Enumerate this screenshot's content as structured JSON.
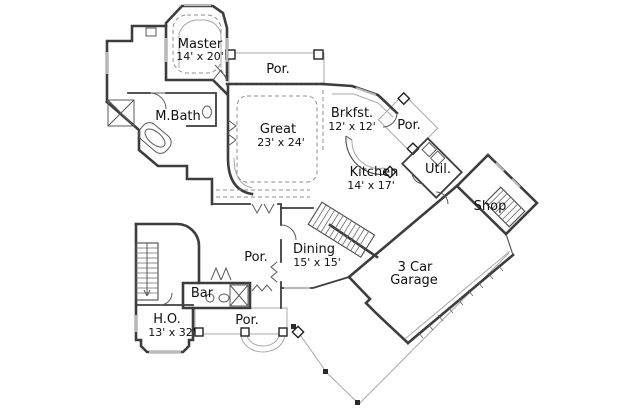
{
  "floorplan": {
    "type": "architectural-floor-plan",
    "colors": {
      "background": "#ffffff",
      "walls": "#3d3d3d",
      "light_lines": "#a8a8a8",
      "text": "#101010"
    },
    "rooms": [
      {
        "id": "master",
        "label": "Master",
        "dims": "14' x 20'"
      },
      {
        "id": "porch-top",
        "label": "Por.",
        "dims": ""
      },
      {
        "id": "master-bath",
        "label": "M.Bath",
        "dims": ""
      },
      {
        "id": "great",
        "label": "Great",
        "dims": "23' x 24'"
      },
      {
        "id": "breakfast",
        "label": "Brkfst.",
        "dims": "12' x 12'"
      },
      {
        "id": "porch-right",
        "label": "Por.",
        "dims": ""
      },
      {
        "id": "kitchen",
        "label": "Kitchen",
        "dims": "14' x 17'"
      },
      {
        "id": "utility",
        "label": "Util.",
        "dims": ""
      },
      {
        "id": "shop",
        "label": "Shop",
        "dims": ""
      },
      {
        "id": "dining",
        "label": "Dining",
        "dims": "15' x 15'"
      },
      {
        "id": "porch-center",
        "label": "Por.",
        "dims": ""
      },
      {
        "id": "bar",
        "label": "Bar",
        "dims": ""
      },
      {
        "id": "home-office",
        "label": "H.O.",
        "dims": "13' x 32'"
      },
      {
        "id": "porch-bottom",
        "label": "Por.",
        "dims": ""
      },
      {
        "id": "garage",
        "label": "3 Car",
        "label2": "Garage",
        "dims": ""
      }
    ]
  }
}
